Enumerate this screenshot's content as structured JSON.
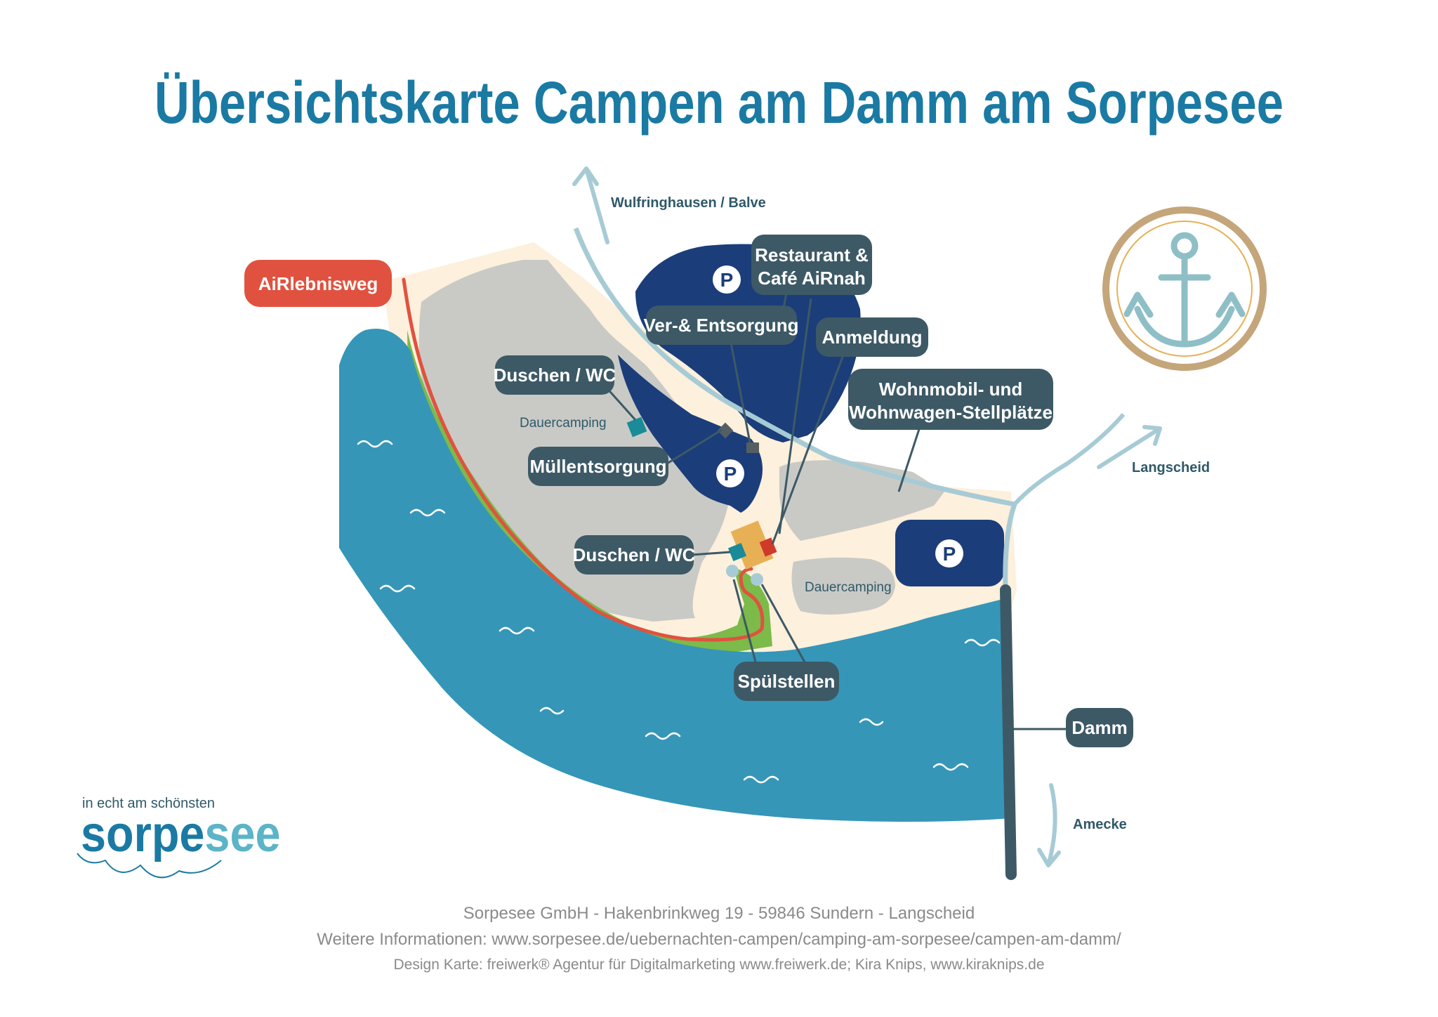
{
  "title": "Übersichtskarte Campen am Damm am Sorpesee",
  "labels": {
    "airlebnisweg": "AiRlebnisweg",
    "restaurant_line1": "Restaurant &",
    "restaurant_line2": "Café AiRnah",
    "ver_entsorgung": "Ver-& Entsorgung",
    "anmeldung": "Anmeldung",
    "duschen_wc_top": "Duschen / WC",
    "duschen_wc_bottom": "Duschen / WC",
    "muellentsorgung": "Müllentsorgung",
    "wohnmobil_line1": "Wohnmobil- und",
    "wohnmobil_line2": "Wohnwagen-Stellplätze",
    "spuelstellen": "Spülstellen",
    "damm": "Damm",
    "dauercamping_left": "Dauercamping",
    "dauercamping_right": "Dauercamping"
  },
  "directions": {
    "north": "Wulfringhausen / Balve",
    "east": "Langscheid",
    "south": "Amecke"
  },
  "parking_symbol": "P",
  "logo": {
    "tagline": "in echt am schönsten",
    "name_part1": "sorpe",
    "name_part2": "see"
  },
  "footer": {
    "address": "Sorpesee GmbH - Hakenbrinkweg 19 - 59846 Sundern - Langscheid",
    "info": "Weitere Informationen: www.sorpesee.de/uebernachten-campen/camping-am-sorpesee/campen-am-damm/",
    "credits": "Design Karte: freiwerk® Agentur für Digitalmarketing www.freiwerk.de; Kira Knips, www.kiraknips.de"
  },
  "colors": {
    "title": "#1a7aa3",
    "water": "#3596b8",
    "land": "#fdf0dc",
    "camping_area": "#c9cac6",
    "parking": "#1b3d7a",
    "green_strip": "#7cba4a",
    "trail": "#e0523f",
    "label_box": "#3d5966",
    "road": "#a7cbd5",
    "airlebnisweg_box": "#e0523f"
  }
}
